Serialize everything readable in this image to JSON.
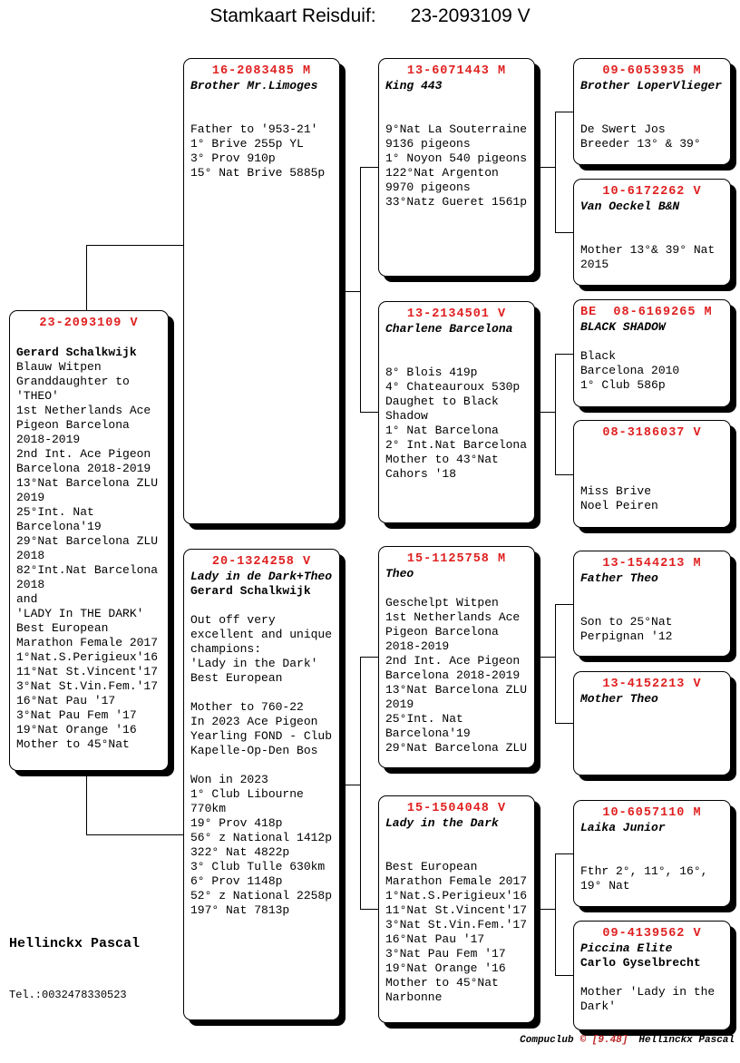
{
  "title": {
    "label": "Stamkaart Reisduif:",
    "ring_number": "23-2093109 V"
  },
  "colors": {
    "header_red": "#e02020"
  },
  "owner": {
    "name": "Hellinckx Pascal",
    "phone": "Tel.:0032478330523"
  },
  "footer": {
    "program": "Compuclub",
    "version": "© [9.48]",
    "author": "Hellinckx Pascal"
  },
  "boxes": [
    {
      "key": "subject",
      "header": "23-2093109 V",
      "lines": [
        {
          "t": "",
          "s": ""
        },
        {
          "t": "Gerard Schalkwijk",
          "s": "b"
        },
        {
          "t": "Blauw Witpen",
          "s": ""
        },
        {
          "t": "Granddaughter to",
          "s": ""
        },
        {
          "t": "'THEO'",
          "s": ""
        },
        {
          "t": "1st Netherlands Ace",
          "s": ""
        },
        {
          "t": "Pigeon Barcelona",
          "s": ""
        },
        {
          "t": "2018-2019",
          "s": ""
        },
        {
          "t": "2nd Int. Ace Pigeon",
          "s": ""
        },
        {
          "t": "Barcelona 2018-2019",
          "s": ""
        },
        {
          "t": "13°Nat Barcelona ZLU",
          "s": ""
        },
        {
          "t": "2019",
          "s": ""
        },
        {
          "t": "25°Int. Nat",
          "s": ""
        },
        {
          "t": "Barcelona'19",
          "s": ""
        },
        {
          "t": "29°Nat Barcelona ZLU",
          "s": ""
        },
        {
          "t": "2018",
          "s": ""
        },
        {
          "t": "82°Int.Nat Barcelona",
          "s": ""
        },
        {
          "t": "2018",
          "s": ""
        },
        {
          "t": "and",
          "s": ""
        },
        {
          "t": "'LADY In THE DARK'",
          "s": ""
        },
        {
          "t": "Best European",
          "s": ""
        },
        {
          "t": "Marathon Female 2017",
          "s": ""
        },
        {
          "t": "1°Nat.S.Perigieux'16",
          "s": ""
        },
        {
          "t": "11°Nat St.Vincent'17",
          "s": ""
        },
        {
          "t": "3°Nat St.Vin.Fem.'17",
          "s": ""
        },
        {
          "t": "16°Nat Pau '17",
          "s": ""
        },
        {
          "t": "3°Nat Pau Fem '17",
          "s": ""
        },
        {
          "t": "19°Nat Orange '16",
          "s": ""
        },
        {
          "t": "Mother to 45°Nat",
          "s": ""
        }
      ]
    },
    {
      "key": "father",
      "header": "16-2083485 M",
      "lines": [
        {
          "t": "Brother Mr.Limoges",
          "s": "bi"
        },
        {
          "t": "",
          "s": ""
        },
        {
          "t": "",
          "s": ""
        },
        {
          "t": "Father to '953-21'",
          "s": ""
        },
        {
          "t": "1° Brive 255p YL",
          "s": ""
        },
        {
          "t": "3° Prov 910p",
          "s": ""
        },
        {
          "t": "15° Nat Brive 5885p",
          "s": ""
        }
      ]
    },
    {
      "key": "mother",
      "header": "20-1324258 V",
      "lines": [
        {
          "t": "Lady in de Dark+Theo",
          "s": "bi"
        },
        {
          "t": "Gerard Schalkwijk",
          "s": "b"
        },
        {
          "t": "",
          "s": ""
        },
        {
          "t": "Out off very",
          "s": ""
        },
        {
          "t": "excellent and unique",
          "s": ""
        },
        {
          "t": "champions:",
          "s": ""
        },
        {
          "t": "'Lady in the Dark'",
          "s": ""
        },
        {
          "t": "Best European",
          "s": ""
        },
        {
          "t": "",
          "s": ""
        },
        {
          "t": "Mother to 760-22",
          "s": ""
        },
        {
          "t": "In 2023 Ace Pigeon",
          "s": ""
        },
        {
          "t": "Yearling FOND - Club",
          "s": ""
        },
        {
          "t": "Kapelle-Op-Den Bos",
          "s": ""
        },
        {
          "t": "",
          "s": ""
        },
        {
          "t": "Won in 2023",
          "s": ""
        },
        {
          "t": "1° Club Libourne",
          "s": ""
        },
        {
          "t": "770km",
          "s": ""
        },
        {
          "t": "19° Prov 418p",
          "s": ""
        },
        {
          "t": "56° z National 1412p",
          "s": ""
        },
        {
          "t": "322° Nat 4822p",
          "s": ""
        },
        {
          "t": "3° Club Tulle 630km",
          "s": ""
        },
        {
          "t": "6° Prov 1148p",
          "s": ""
        },
        {
          "t": "52° z National 2258p",
          "s": ""
        },
        {
          "t": "197° Nat 7813p",
          "s": ""
        }
      ]
    },
    {
      "key": "ff",
      "header": "13-6071443 M",
      "lines": [
        {
          "t": "King 443",
          "s": "bi"
        },
        {
          "t": "",
          "s": ""
        },
        {
          "t": "",
          "s": ""
        },
        {
          "t": "9°Nat La Souterraine",
          "s": ""
        },
        {
          "t": "9136 pigeons",
          "s": ""
        },
        {
          "t": "1° Noyon 540 pigeons",
          "s": ""
        },
        {
          "t": "122°Nat Argenton",
          "s": ""
        },
        {
          "t": "9970 pigeons",
          "s": ""
        },
        {
          "t": "33°Natz Gueret 1561p",
          "s": ""
        }
      ]
    },
    {
      "key": "fm",
      "header": "13-2134501 V",
      "lines": [
        {
          "t": "Charlene Barcelona",
          "s": "bi"
        },
        {
          "t": "",
          "s": ""
        },
        {
          "t": "",
          "s": ""
        },
        {
          "t": "8° Blois 419p",
          "s": ""
        },
        {
          "t": "4° Chateauroux 530p",
          "s": ""
        },
        {
          "t": "Daughet to Black",
          "s": ""
        },
        {
          "t": "Shadow",
          "s": ""
        },
        {
          "t": "1° Nat Barcelona",
          "s": ""
        },
        {
          "t": "2° Int.Nat Barcelona",
          "s": ""
        },
        {
          "t": "Mother to 43°Nat",
          "s": ""
        },
        {
          "t": "Cahors '18",
          "s": ""
        }
      ]
    },
    {
      "key": "mf",
      "header": "15-1125758 M",
      "lines": [
        {
          "t": "Theo",
          "s": "bi"
        },
        {
          "t": "",
          "s": ""
        },
        {
          "t": "Geschelpt Witpen",
          "s": ""
        },
        {
          "t": "1st Netherlands Ace",
          "s": ""
        },
        {
          "t": "Pigeon Barcelona",
          "s": ""
        },
        {
          "t": "2018-2019",
          "s": ""
        },
        {
          "t": "2nd Int. Ace Pigeon",
          "s": ""
        },
        {
          "t": "Barcelona 2018-2019",
          "s": ""
        },
        {
          "t": "13°Nat Barcelona ZLU",
          "s": ""
        },
        {
          "t": "2019",
          "s": ""
        },
        {
          "t": "25°Int. Nat",
          "s": ""
        },
        {
          "t": "Barcelona'19",
          "s": ""
        },
        {
          "t": "29°Nat Barcelona ZLU",
          "s": ""
        }
      ]
    },
    {
      "key": "mm",
      "header": "15-1504048 V",
      "lines": [
        {
          "t": "Lady in the Dark",
          "s": "bi"
        },
        {
          "t": "",
          "s": ""
        },
        {
          "t": "",
          "s": ""
        },
        {
          "t": "Best European",
          "s": ""
        },
        {
          "t": "Marathon Female 2017",
          "s": ""
        },
        {
          "t": "1°Nat.S.Perigieux'16",
          "s": ""
        },
        {
          "t": "11°Nat St.Vincent'17",
          "s": ""
        },
        {
          "t": "3°Nat St.Vin.Fem.'17",
          "s": ""
        },
        {
          "t": "16°Nat Pau '17",
          "s": ""
        },
        {
          "t": "3°Nat Pau Fem '17",
          "s": ""
        },
        {
          "t": "19°Nat Orange '16",
          "s": ""
        },
        {
          "t": "Mother to 45°Nat",
          "s": ""
        },
        {
          "t": "Narbonne",
          "s": ""
        }
      ]
    },
    {
      "key": "fff",
      "header": "09-6053935 M",
      "lines": [
        {
          "t": "Brother LoperVlieger",
          "s": "bi"
        },
        {
          "t": "",
          "s": ""
        },
        {
          "t": "",
          "s": ""
        },
        {
          "t": "De Swert Jos",
          "s": ""
        },
        {
          "t": "Breeder 13° & 39°",
          "s": ""
        }
      ]
    },
    {
      "key": "ffm",
      "header": "10-6172262 V",
      "lines": [
        {
          "t": "Van Oeckel B&N",
          "s": "bi"
        },
        {
          "t": "",
          "s": ""
        },
        {
          "t": "",
          "s": ""
        },
        {
          "t": "Mother 13°& 39° Nat",
          "s": ""
        },
        {
          "t": "2015",
          "s": ""
        }
      ]
    },
    {
      "key": "fmf",
      "header": "BE  08-6169265 M",
      "lines": [
        {
          "t": "BLACK SHADOW",
          "s": "bi"
        },
        {
          "t": "",
          "s": ""
        },
        {
          "t": "Black",
          "s": ""
        },
        {
          "t": "Barcelona 2010",
          "s": ""
        },
        {
          "t": "1° Club 586p",
          "s": ""
        }
      ]
    },
    {
      "key": "fmm",
      "header": "08-3186037 V",
      "lines": [
        {
          "t": "",
          "s": ""
        },
        {
          "t": "",
          "s": ""
        },
        {
          "t": "",
          "s": ""
        },
        {
          "t": "Miss Brive",
          "s": ""
        },
        {
          "t": "Noel Peiren",
          "s": ""
        }
      ]
    },
    {
      "key": "mff",
      "header": "13-1544213 M",
      "lines": [
        {
          "t": "Father Theo",
          "s": "bi"
        },
        {
          "t": "",
          "s": ""
        },
        {
          "t": "",
          "s": ""
        },
        {
          "t": "Son to 25°Nat",
          "s": ""
        },
        {
          "t": "Perpignan '12",
          "s": ""
        }
      ]
    },
    {
      "key": "mfm",
      "header": "13-4152213 V",
      "lines": [
        {
          "t": "Mother Theo",
          "s": "bi"
        }
      ]
    },
    {
      "key": "mmf",
      "header": "10-6057110 M",
      "lines": [
        {
          "t": "Laika Junior",
          "s": "bi"
        },
        {
          "t": "",
          "s": ""
        },
        {
          "t": "",
          "s": ""
        },
        {
          "t": "Fthr 2°, 11°, 16°,",
          "s": ""
        },
        {
          "t": "19° Nat",
          "s": ""
        }
      ]
    },
    {
      "key": "mmm",
      "header": "09-4139562 V",
      "lines": [
        {
          "t": "Piccina Elite",
          "s": "bi"
        },
        {
          "t": "Carlo Gyselbrecht",
          "s": "b"
        },
        {
          "t": "",
          "s": ""
        },
        {
          "t": "Mother 'Lady in the",
          "s": ""
        },
        {
          "t": "Dark'",
          "s": ""
        }
      ]
    }
  ]
}
